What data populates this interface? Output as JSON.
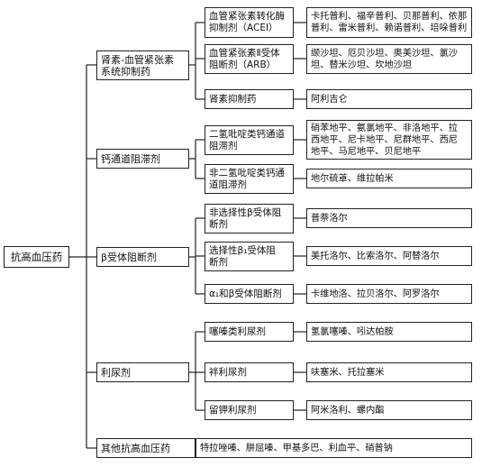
{
  "root": "抗高血压药",
  "categories": [
    {
      "label": "肾素-血管紧张素\n系统抑制药",
      "children": [
        {
          "label": "血管紧张素转化酶\n抑制剂（ACEI）",
          "drugs": "卡托普利、福辛普利、贝那普利、依那\n普利、雷米普利、赖诺普利、培哚普利"
        },
        {
          "label": "血管紧张素Ⅱ受体\n阻断剂（ARB）",
          "drugs": "缬沙坦、厄贝沙坦、奥美沙坦、氯沙\n坦、替米沙坦、坎地沙坦"
        },
        {
          "label": "肾素抑制药",
          "drugs": "阿利吉仑"
        }
      ]
    },
    {
      "label": "钙通道阻滞剂",
      "children": [
        {
          "label": "二氢吡啶类钙通道\n阻滞剂",
          "drugs": "硝苯地平、氨氯地平、非洛地平、拉\n西地平、尼卡地平、尼群地平、西尼\n地平、马尼地平、贝尼地平"
        },
        {
          "label": "非二氢吡啶类钙通\n道阻滞剂",
          "drugs": "地尔硫䓬、维拉帕米"
        }
      ]
    },
    {
      "label": "β受体阻断剂",
      "children": [
        {
          "label": "非选择性β受体阻\n断剂",
          "drugs": "普萘洛尔"
        },
        {
          "label": "选择性β₁受体阻\n断剂",
          "drugs": "美托洛尔、比索洛尔、阿替洛尔"
        },
        {
          "label": "α₁和β受体阻断剂",
          "drugs": "卡维地洛、拉贝洛尔、阿罗洛尔"
        }
      ]
    },
    {
      "label": "利尿剂",
      "children": [
        {
          "label": "噻嗪类利尿剂",
          "drugs": "氢氯噻嗪、吲达帕胺"
        },
        {
          "label": "袢利尿剂",
          "drugs": "呋塞米、托拉塞米"
        },
        {
          "label": "留钾利尿剂",
          "drugs": "阿米洛利、螺内酯"
        }
      ]
    },
    {
      "label": "其他抗高血压药",
      "drugs": "特拉唑嗪、肼屈嗪、甲基多巴、利血平、硝普钠"
    }
  ]
}
